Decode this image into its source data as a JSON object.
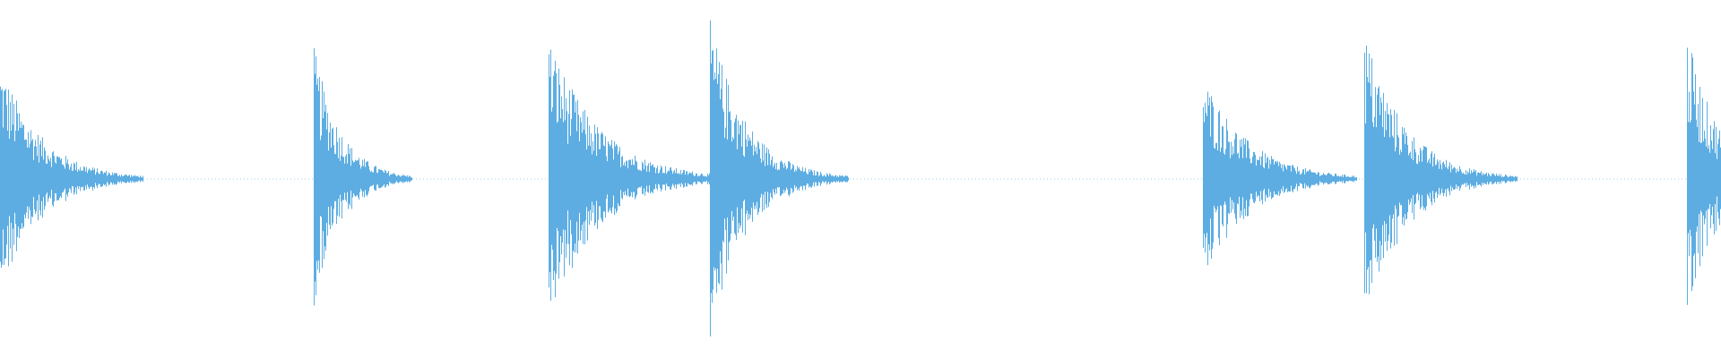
{
  "waveform": {
    "color": "#5dade2",
    "background": "#ffffff",
    "total_duration_units": 1920,
    "transients": [
      {
        "start": 0,
        "peak": 0.7,
        "decay": 45,
        "density": 0.95
      },
      {
        "start": 350,
        "peak": 0.78,
        "decay": 30,
        "density": 0.55
      },
      {
        "start": 612,
        "peak": 0.85,
        "decay": 55,
        "density": 0.9
      },
      {
        "start": 792,
        "peak": 0.95,
        "decay": 40,
        "density": 0.85
      },
      {
        "start": 1342,
        "peak": 0.62,
        "decay": 50,
        "density": 0.9
      },
      {
        "start": 1522,
        "peak": 0.88,
        "decay": 45,
        "density": 0.75
      },
      {
        "start": 1882,
        "peak": 0.86,
        "decay": 35,
        "density": 0.9
      }
    ],
    "noise_floor": 0.012
  }
}
